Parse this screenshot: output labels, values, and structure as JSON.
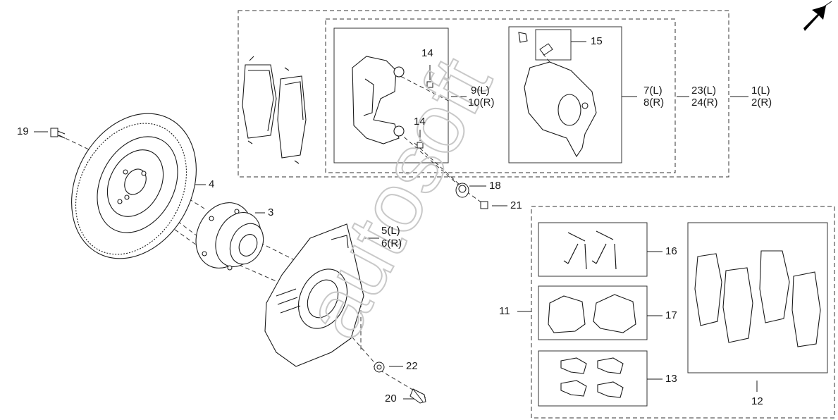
{
  "labels": {
    "p1": "1(L)",
    "p2": "2(R)",
    "p3": "3",
    "p4": "4",
    "p5": "5(L)",
    "p6": "6(R)",
    "p7": "7(L)",
    "p8": "8(R)",
    "p9": "9(L)",
    "p10": "10(R)",
    "p11": "11",
    "p12": "12",
    "p13": "13",
    "p14a": "14",
    "p14b": "14",
    "p15": "15",
    "p16": "16",
    "p17": "17",
    "p18": "18",
    "p19": "19",
    "p20": "20",
    "p21": "21",
    "p22": "22",
    "p23": "23(L)",
    "p24": "24(R)"
  },
  "watermark": "autosoft",
  "colors": {
    "line": "#1a1a1a",
    "dash": "#333333",
    "watermark": "#c8c8c8",
    "arrow": "#000000"
  },
  "icons": {
    "front_arrow": "direction-arrow-icon"
  }
}
